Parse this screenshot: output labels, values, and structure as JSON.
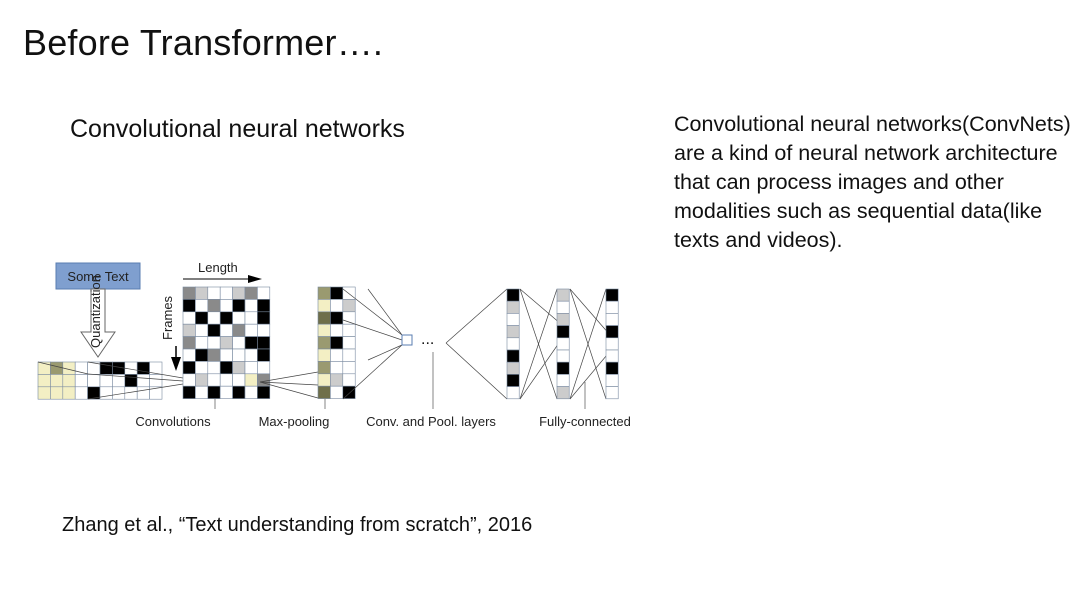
{
  "slide": {
    "title": "Before Transformer….",
    "heading": "Convolutional neural networks",
    "description": "Convolutional neural networks(ConvNets) are a kind of neural network architecture that can process images and other modalities such as sequential data(like texts and videos).",
    "citation": "Zhang et al., “Text understanding from scratch”, 2016"
  },
  "diagram": {
    "input_box": "Some Text",
    "quantization": "Quantization",
    "length": "Length",
    "frames": "Frames",
    "ellipsis": "...",
    "labels": {
      "convolutions": "Convolutions",
      "max_pooling": "Max-pooling",
      "conv_pool_layers": "Conv. and Pool. layers",
      "fully_connected": "Fully-connected"
    }
  },
  "colors": {
    "input_box_fill": "#7f9fcf",
    "highlight": "#f3efc4",
    "dark_cell": "#000000",
    "mid_cell": "#8a8a8a",
    "light_cell": "#cccccc"
  }
}
